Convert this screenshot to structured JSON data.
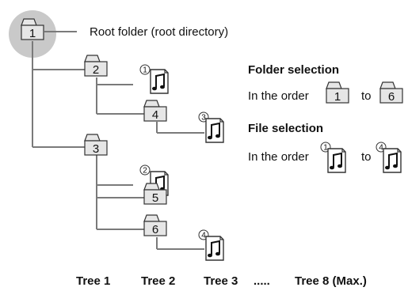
{
  "root_label": "Root folder (root directory)",
  "folders": {
    "f1": "1",
    "f2": "2",
    "f3": "3",
    "f4": "4",
    "f5": "5",
    "f6": "6"
  },
  "files": {
    "m1": "1",
    "m2": "2",
    "m3": "3",
    "m4": "4"
  },
  "legend": {
    "folder_title": "Folder selection",
    "folder_prefix": "In the order",
    "folder_from": "1",
    "folder_to_word": "to",
    "folder_to": "6",
    "file_title": "File selection",
    "file_prefix": "In the order",
    "file_from": "1",
    "file_to_word": "to",
    "file_to": "4"
  },
  "trees": {
    "t1": "Tree 1",
    "t2": "Tree 2",
    "t3": "Tree 3",
    "dots": ".....",
    "t8": "Tree 8 (Max.)"
  },
  "colors": {
    "folder_fill": "#e6e6e6",
    "root_circle": "#c9c9c9",
    "line": "#7a7a7a"
  }
}
